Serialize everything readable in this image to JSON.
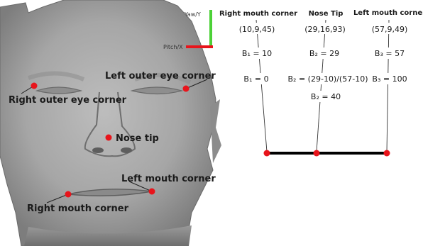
{
  "face_panel": {
    "axis_labels": {
      "y_axis": "Yaw/Y",
      "x_axis": "Pitch/X"
    },
    "axis_colors": {
      "y_axis": "#4cd137",
      "x_axis": "#e8141b"
    },
    "landmark_color": "#e8141b",
    "landmarks": {
      "right_outer_eye": "Right outer eye corner",
      "left_outer_eye": "Left outer eye corner",
      "nose_tip": "Nose tip",
      "left_mouth": "Left mouth corner",
      "right_mouth": "Right mouth corner"
    }
  },
  "diagram": {
    "columns": {
      "right_mouth": {
        "title": "Right mouth corner",
        "coords": "(10,9,45)",
        "b_first": "B₁ = 10",
        "b_second": "B₁ = 0"
      },
      "nose_tip": {
        "title": "Nose Tip",
        "coords": "(29,16,93)",
        "b_first": "B₂ = 29",
        "b_formula": "B₂ = (29-10)/(57-10)",
        "b_second": "B₂ = 40"
      },
      "left_mouth": {
        "title": "Left mouth corner",
        "coords": "(57,9,49)",
        "b_first": "B₃ = 57",
        "b_second": "B₃ = 100"
      }
    },
    "bar_color": "#000000",
    "point_color": "#e8141b"
  }
}
